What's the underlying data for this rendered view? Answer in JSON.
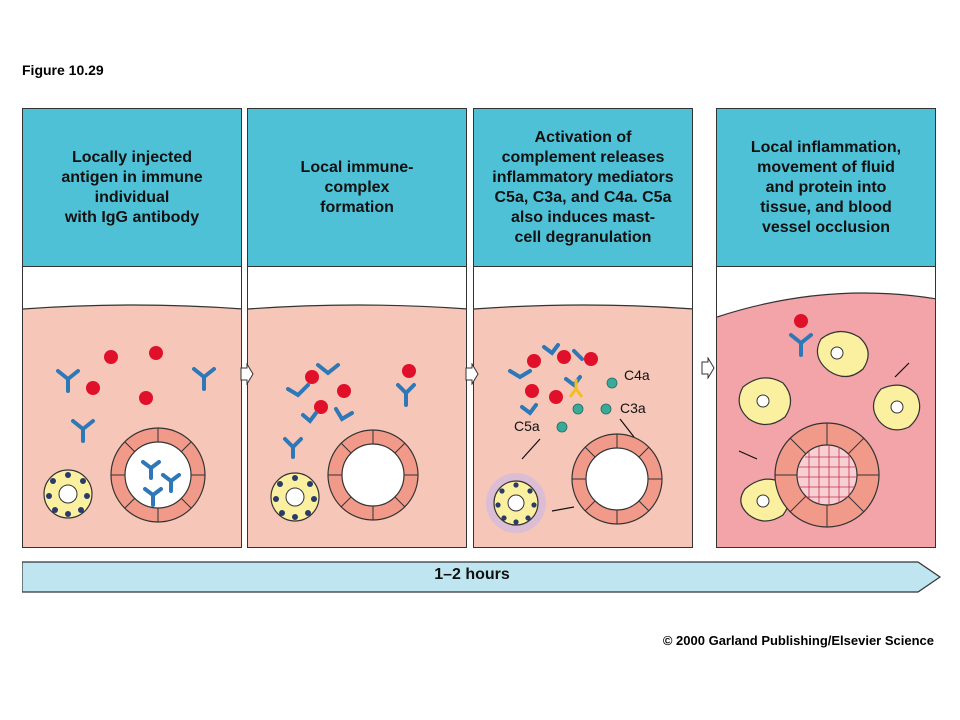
{
  "figure": {
    "label": "Figure 10.29"
  },
  "panels": [
    {
      "title_lines": [
        "Locally injected",
        "antigen in immune",
        "individual",
        "with IgG antibody"
      ]
    },
    {
      "title_lines": [
        "Local immune-",
        "complex",
        "formation"
      ]
    },
    {
      "title_lines": [
        "Activation of",
        "complement releases",
        "inflammatory mediators",
        "C5a, C3a, and C4a. C5a",
        "also induces mast-",
        "cell degranulation"
      ],
      "labels": {
        "c4a": "C4a",
        "c3a": "C3a",
        "c5a": "C5a"
      }
    },
    {
      "title_lines": [
        "Local inflammation,",
        "movement of fluid",
        "and protein into",
        "tissue, and blood",
        "vessel occlusion"
      ]
    }
  ],
  "timeline": {
    "label": "1–2 hours"
  },
  "credit": "© 2000 Garland Publishing/Elsevier Science",
  "colors": {
    "header": "#4fc1d6",
    "tissue": "#f6c7b8",
    "tissue_inflamed": "#f2a4a8",
    "antigen": "#e0102a",
    "antibody": "#2e78b8",
    "mediator": "#3aa99a",
    "timebar": "#bfe6f0"
  }
}
